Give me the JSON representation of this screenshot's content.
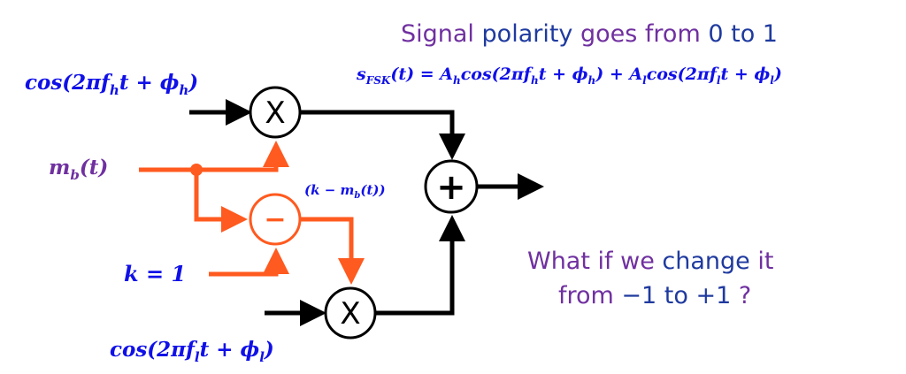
{
  "title": {
    "segments": [
      {
        "text": "Signal ",
        "color": "purple"
      },
      {
        "text": "polarity ",
        "color": "navy"
      },
      {
        "text": "goes from ",
        "color": "purple"
      },
      {
        "text": "0 to 1",
        "color": "navy"
      }
    ]
  },
  "equation": {
    "s": "s",
    "s_sub": "FSK",
    "rest1": "(t) = A",
    "a_h_sub": "h",
    "cos1": "cos(2πf",
    "f_h_sub": "h",
    "t1": "t + ϕ",
    "phi_h_sub": "h",
    "mid": ") + A",
    "a_l_sub": "l",
    "cos2": "cos(2πf",
    "f_l_sub": "l",
    "t2": "t + ϕ",
    "phi_l_sub": "l",
    "end": ")"
  },
  "labels": {
    "carrier_high": {
      "main": "cos(2πf",
      "sub1": "h",
      "mid": "t + ϕ",
      "sub2": "h",
      "end": ")"
    },
    "carrier_low": {
      "main": "cos(2πf",
      "sub1": "l",
      "mid": "t + ϕ",
      "sub2": "l",
      "end": ")"
    },
    "message": {
      "main": "m",
      "sub": "b",
      "end": "(t)"
    },
    "k_value": "k = 1",
    "difference": {
      "start": "(k − m",
      "sub": "b",
      "end": "(t))"
    }
  },
  "blocks": {
    "multiplier_top": "X",
    "subtractor": "−",
    "multiplier_bottom": "X",
    "adder": "+"
  },
  "question": {
    "line1": [
      {
        "text": "What if we ",
        "color": "purple"
      },
      {
        "text": "change ",
        "color": "navy"
      },
      {
        "text": "it",
        "color": "purple"
      }
    ],
    "line2": [
      {
        "text": "from ",
        "color": "purple"
      },
      {
        "text": "−1 to +1 ",
        "color": "navy"
      },
      {
        "text": "?",
        "color": "purple"
      }
    ]
  },
  "colors": {
    "math_blue": "#1010e8",
    "purple": "#7030a0",
    "navy": "#1f3a9f",
    "orange": "#ff5a1f",
    "black": "#000000"
  }
}
